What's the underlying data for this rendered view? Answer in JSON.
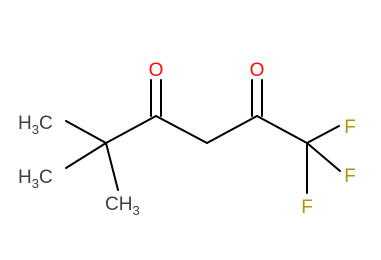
{
  "colors": {
    "background": "#ffffff",
    "bond": "#000000",
    "carbon_label": "#404040",
    "oxygen": "#ff0d0d",
    "fluorine": "#b39400"
  },
  "atoms": {
    "o1": "O",
    "o2": "O",
    "f1": "F",
    "f2": "F",
    "f3": "F",
    "me1": {
      "main": "H",
      "sub": "3",
      "tail": "C"
    },
    "me2": {
      "main": "H",
      "sub": "3",
      "tail": "C"
    },
    "me3": {
      "main": "CH",
      "sub": "3"
    }
  }
}
